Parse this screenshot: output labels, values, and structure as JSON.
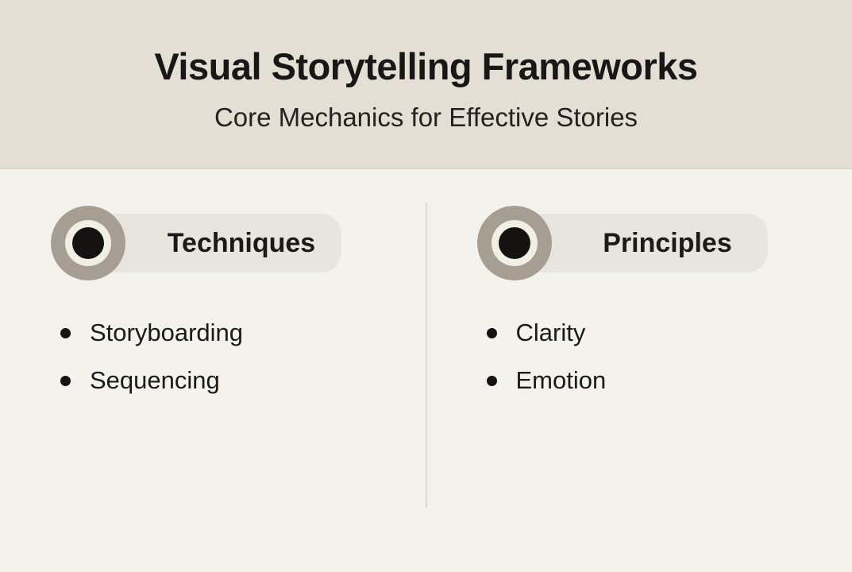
{
  "header": {
    "title": "Visual Storytelling Frameworks",
    "subtitle": "Core Mechanics for Effective Stories"
  },
  "columns": [
    {
      "badge": {
        "label": "Techniques",
        "icon": "bullseye-icon"
      },
      "items": [
        "Storyboarding",
        "Sequencing"
      ]
    },
    {
      "badge": {
        "label": "Principles",
        "icon": "bullseye-icon"
      },
      "items": [
        "Clarity",
        "Emotion"
      ]
    }
  ],
  "colors": {
    "header_background": "#e3dfd5",
    "body_background": "#f4f2ec",
    "pill_background": "#e8e5de",
    "circle_ring": "#a69e92",
    "circle_inner": "#f1eee4",
    "ink": "#1c1a18",
    "divider": "#dcd9d0"
  }
}
